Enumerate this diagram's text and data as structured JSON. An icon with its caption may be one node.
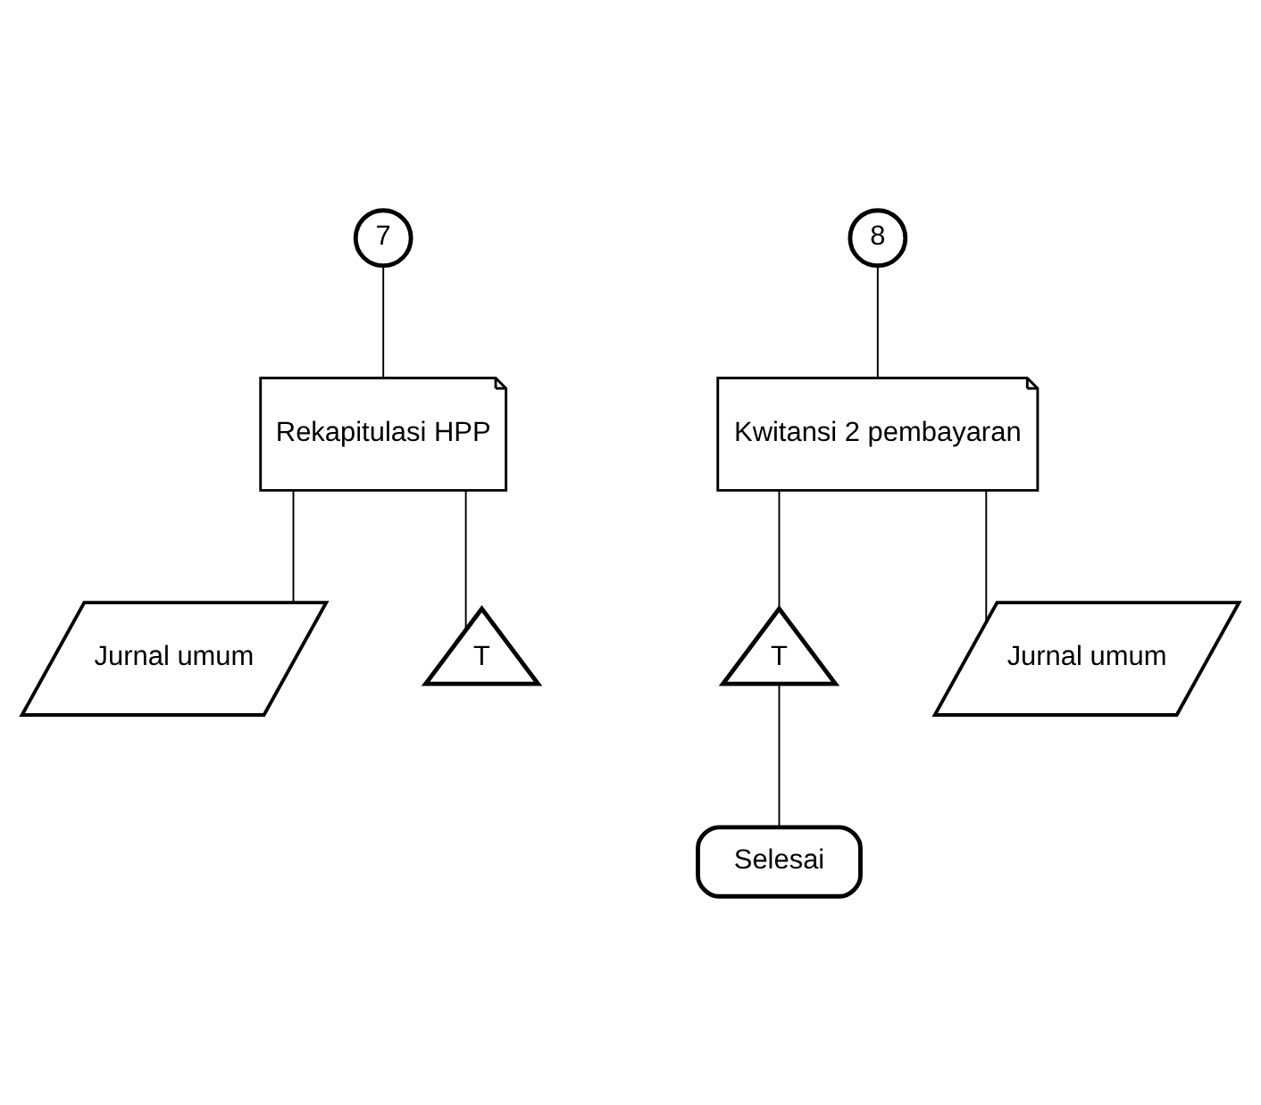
{
  "diagram": {
    "nodes": [
      {
        "text": [
          "7"
        ]
      },
      {
        "text": [
          "Rekapitulasi HPP"
        ]
      },
      {
        "text": [
          "Jurnal umum"
        ]
      },
      {
        "text": [
          "T"
        ]
      },
      {
        "text": [
          "8"
        ]
      },
      {
        "text": [
          "Kwitansi 2 pembayaran"
        ]
      },
      {
        "text": [
          "T"
        ]
      },
      {
        "text": [
          "Jurnal umum"
        ]
      },
      {
        "text": [
          "Selesai"
        ]
      }
    ],
    "edges": [
      {
        "from": 0,
        "to": 1,
        "arrow": "none"
      },
      {
        "from": 1,
        "to": 2,
        "arrow": "none"
      },
      {
        "from": 1,
        "to": 3,
        "arrow": "none"
      },
      {
        "from": 4,
        "to": 5,
        "arrow": "none"
      },
      {
        "from": 5,
        "to": 7,
        "arrow": "none"
      },
      {
        "from": 5,
        "to": 6,
        "arrow": "none"
      },
      {
        "from": 6,
        "to": 8,
        "arrow": "none"
      }
    ]
  }
}
